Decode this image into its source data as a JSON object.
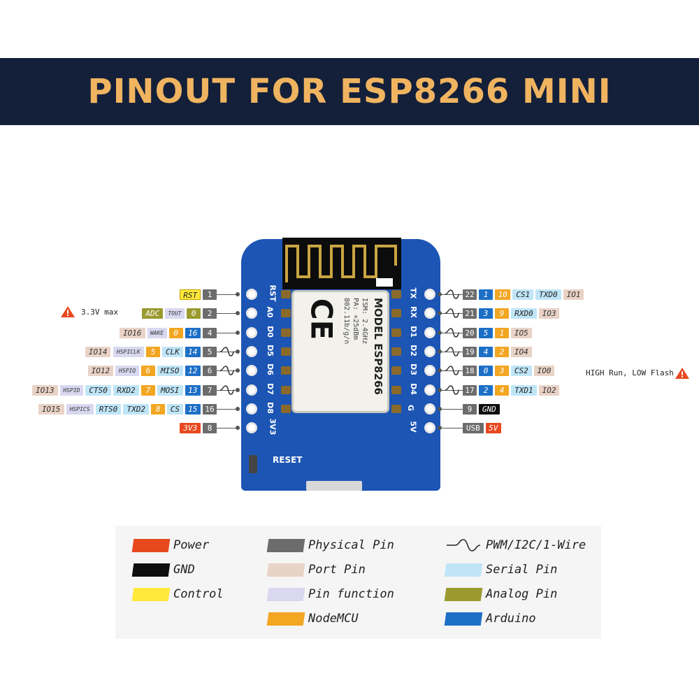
{
  "title": "PINOUT FOR ESP8266 MINI",
  "colors": {
    "power": "#e8481e",
    "gnd": "#0e0e0e",
    "control": "#ffe83a",
    "physical": "#6c6c6c",
    "port": "#e9d2c6",
    "function": "#d9d8f0",
    "nodemcu": "#f2a622",
    "serial": "#bfe5f7",
    "analog": "#9a9a30",
    "arduino": "#1d6fc6",
    "board": "#1c55b4",
    "banner": "#14203a"
  },
  "board": {
    "left_silk": [
      "RST",
      "A0",
      "D0",
      "D5",
      "D6",
      "D7",
      "D8",
      "3V3"
    ],
    "right_silk": [
      "TX",
      "RX",
      "D1",
      "D2",
      "D3",
      "D4",
      "G",
      "5V"
    ],
    "reset_label": "RESET",
    "module_model": "MODEL ESP8266",
    "module_spec": [
      "ISM: 2.4GHz",
      "PA: +25dBm",
      "802.11b/g/n"
    ],
    "ce_mark": "CE"
  },
  "notes": {
    "adc": "3.3V max",
    "flash": "HIGH Run, LOW Flash"
  },
  "left_rows": [
    {
      "tags": [
        {
          "t": "control",
          "v": "RST"
        },
        {
          "t": "physical",
          "v": "1"
        }
      ]
    },
    {
      "tags": [
        {
          "t": "analog",
          "v": "ADC"
        },
        {
          "t": "function",
          "v": "TOUT"
        },
        {
          "t": "analog",
          "v": "0"
        },
        {
          "t": "physical",
          "v": "2"
        }
      ]
    },
    {
      "tags": [
        {
          "t": "port",
          "v": "IO16"
        },
        {
          "t": "function",
          "v": "WAKE"
        },
        {
          "t": "nodemcu",
          "v": "0"
        },
        {
          "t": "arduino",
          "v": "16"
        },
        {
          "t": "physical",
          "v": "4"
        }
      ]
    },
    {
      "tags": [
        {
          "t": "port",
          "v": "IO14"
        },
        {
          "t": "function",
          "v": "HSPICLK"
        },
        {
          "t": "nodemcu",
          "v": "5"
        },
        {
          "t": "serial",
          "v": "CLK"
        },
        {
          "t": "arduino",
          "v": "14"
        },
        {
          "t": "physical",
          "v": "5"
        }
      ],
      "wave": true
    },
    {
      "tags": [
        {
          "t": "port",
          "v": "IO12"
        },
        {
          "t": "function",
          "v": "HSPIQ"
        },
        {
          "t": "nodemcu",
          "v": "6"
        },
        {
          "t": "serial",
          "v": "MISO"
        },
        {
          "t": "arduino",
          "v": "12"
        },
        {
          "t": "physical",
          "v": "6"
        }
      ],
      "wave": true
    },
    {
      "tags": [
        {
          "t": "port",
          "v": "IO13"
        },
        {
          "t": "function",
          "v": "HSPID"
        },
        {
          "t": "serial",
          "v": "CTS0"
        },
        {
          "t": "serial",
          "v": "RXD2"
        },
        {
          "t": "nodemcu",
          "v": "7"
        },
        {
          "t": "serial",
          "v": "MOSI"
        },
        {
          "t": "arduino",
          "v": "13"
        },
        {
          "t": "physical",
          "v": "7"
        }
      ],
      "wave": true
    },
    {
      "tags": [
        {
          "t": "port",
          "v": "IO15"
        },
        {
          "t": "function",
          "v": "HSPICS"
        },
        {
          "t": "serial",
          "v": "RTS0"
        },
        {
          "t": "serial",
          "v": "TXD2"
        },
        {
          "t": "nodemcu",
          "v": "8"
        },
        {
          "t": "serial",
          "v": "CS"
        },
        {
          "t": "arduino",
          "v": "15"
        },
        {
          "t": "physical",
          "v": "16"
        }
      ]
    },
    {
      "tags": [
        {
          "t": "power",
          "v": "3V3"
        },
        {
          "t": "physical",
          "v": "8"
        }
      ]
    }
  ],
  "right_rows": [
    {
      "tags": [
        {
          "t": "physical",
          "v": "22"
        },
        {
          "t": "arduino",
          "v": "1"
        },
        {
          "t": "nodemcu",
          "v": "10"
        },
        {
          "t": "serial",
          "v": "CS1"
        },
        {
          "t": "serial",
          "v": "TXD0"
        },
        {
          "t": "port",
          "v": "IO1"
        }
      ],
      "wave": true
    },
    {
      "tags": [
        {
          "t": "physical",
          "v": "21"
        },
        {
          "t": "arduino",
          "v": "3"
        },
        {
          "t": "nodemcu",
          "v": "9"
        },
        {
          "t": "serial",
          "v": "RXD0"
        },
        {
          "t": "port",
          "v": "IO3"
        }
      ],
      "wave": true
    },
    {
      "tags": [
        {
          "t": "physical",
          "v": "20"
        },
        {
          "t": "arduino",
          "v": "5"
        },
        {
          "t": "nodemcu",
          "v": "1"
        },
        {
          "t": "port",
          "v": "IO5"
        }
      ],
      "wave": true
    },
    {
      "tags": [
        {
          "t": "physical",
          "v": "19"
        },
        {
          "t": "arduino",
          "v": "4"
        },
        {
          "t": "nodemcu",
          "v": "2"
        },
        {
          "t": "port",
          "v": "IO4"
        }
      ],
      "wave": true
    },
    {
      "tags": [
        {
          "t": "physical",
          "v": "18"
        },
        {
          "t": "arduino",
          "v": "0"
        },
        {
          "t": "nodemcu",
          "v": "3"
        },
        {
          "t": "serial",
          "v": "CS2"
        },
        {
          "t": "port",
          "v": "IO0"
        }
      ],
      "wave": true
    },
    {
      "tags": [
        {
          "t": "physical",
          "v": "17"
        },
        {
          "t": "arduino",
          "v": "2"
        },
        {
          "t": "nodemcu",
          "v": "4"
        },
        {
          "t": "serial",
          "v": "TXD1"
        },
        {
          "t": "port",
          "v": "IO2"
        }
      ],
      "wave": true
    },
    {
      "tags": [
        {
          "t": "physical",
          "v": "9"
        },
        {
          "t": "gnd",
          "v": "GND"
        }
      ]
    },
    {
      "tags": [
        {
          "t": "physical",
          "v": "USB"
        },
        {
          "t": "power",
          "v": "5V"
        }
      ]
    }
  ],
  "legend": [
    {
      "key": "power",
      "label": "Power"
    },
    {
      "key": "gnd",
      "label": "GND"
    },
    {
      "key": "control",
      "label": "Control"
    },
    {
      "key": "physical",
      "label": "Physical Pin"
    },
    {
      "key": "port",
      "label": "Port Pin"
    },
    {
      "key": "function",
      "label": "Pin function"
    },
    {
      "key": "nodemcu",
      "label": "NodeMCU"
    },
    {
      "key": "wave",
      "label": "PWM/I2C/1-Wire"
    },
    {
      "key": "serial",
      "label": "Serial Pin"
    },
    {
      "key": "analog",
      "label": "Analog Pin"
    },
    {
      "key": "arduino",
      "label": "Arduino"
    }
  ]
}
